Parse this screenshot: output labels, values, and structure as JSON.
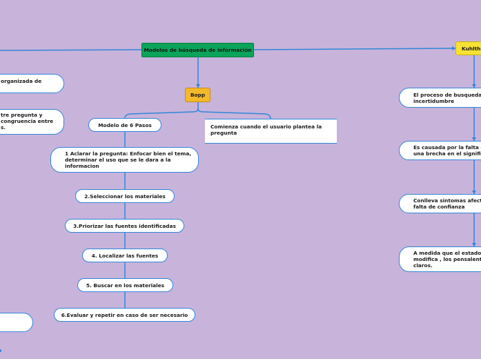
{
  "root": {
    "label": "Modelos de búsqueda de información"
  },
  "bopp": {
    "label": "Bopp",
    "modelo": {
      "label": "Modelo de 6 Pasos"
    },
    "comienza": {
      "label": "Comienza cuando el usuario plantea la pregunta"
    },
    "pasos": [
      "1 Aclarar la pregunta: Enfocar bien el tema, determinar el uso que se le dara a la informacion",
      "2.Seleccionar los materiales",
      "3.Priorizar las fuentes identificadas",
      "4. Localizar las fuentes",
      "5. Buscar en los materiales",
      "6.Evaluar y repetir en caso de ser necesario"
    ]
  },
  "kuhlthau": {
    "label": "Kuhltha",
    "items": [
      "El proceso de busqueda s incertidumbre",
      "Es causada por la falta de una  brecha en el signific",
      "Conlleva sintomas afectiv falta de confianza",
      "A medida que el estado d modifica , los pensalento claros."
    ]
  },
  "left": {
    "items": [
      "organizada de",
      "tre pregunta y congruencia entre s."
    ]
  },
  "colors": {
    "line": "#2f86d8",
    "background": "#c8b3db",
    "root": "#0aa55a",
    "bopp": "#f4b92a",
    "kuhlthau": "#f7e233"
  }
}
